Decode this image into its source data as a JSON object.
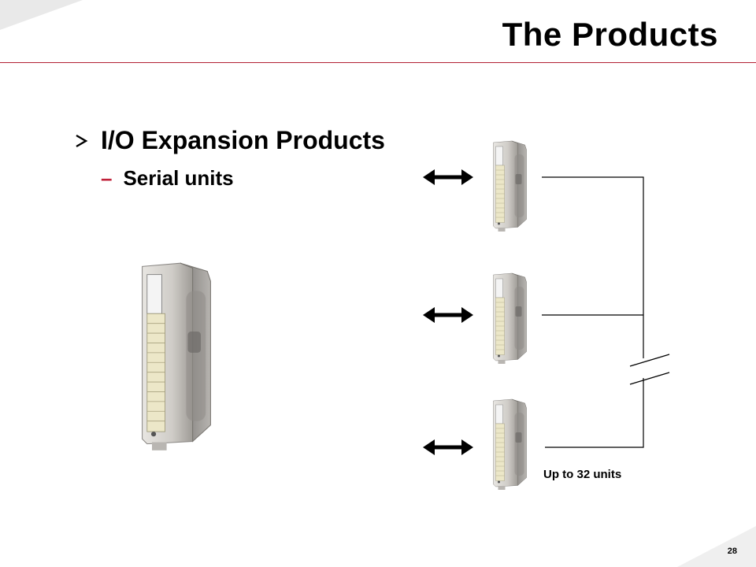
{
  "slide": {
    "title": "The Products",
    "bullet": "I/O Expansion Products",
    "sub_bullet": "Serial units",
    "units_label": "Up to 32 units",
    "page_number": "28"
  },
  "colors": {
    "accent": "#b32034",
    "dash": "#c0213a"
  },
  "icons": {
    "bullet": "arrow-bullet-icon",
    "link": "bidirectional-arrow-icon",
    "break": "cable-break-icon"
  }
}
